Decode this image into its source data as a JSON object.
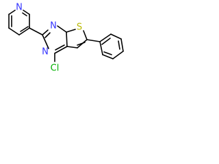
{
  "molecule": {
    "atoms": {
      "n_pyridine": "N",
      "n_top": "N",
      "n_bottom": "N",
      "s_thiophene": "S",
      "cl": "Cl"
    },
    "colors": {
      "bond": "#000000",
      "nitrogen": "#3333ff",
      "sulfur": "#b8b800",
      "chlorine": "#00b000"
    }
  }
}
